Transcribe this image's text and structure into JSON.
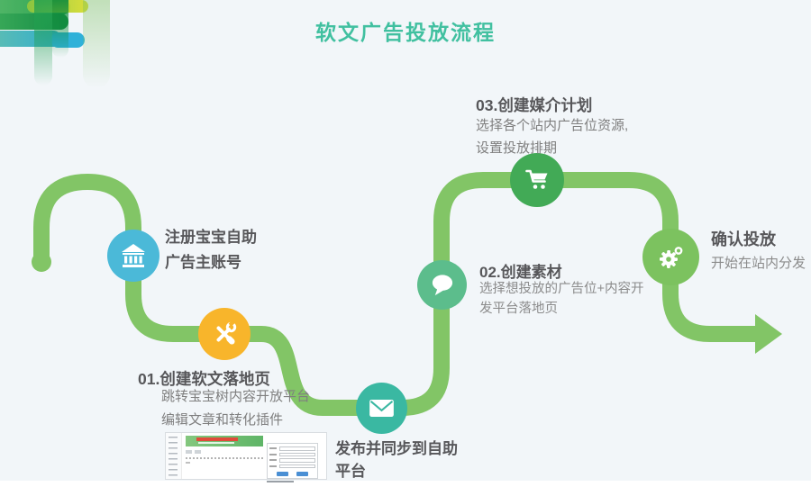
{
  "page": {
    "title": "软文广告投放流程"
  },
  "steps": {
    "register": {
      "label": "注册宝宝自助\n广告主账号",
      "icon": "bank-icon",
      "color": "#4bb9d8"
    },
    "create_landing": {
      "title": "01.创建软文落地页",
      "desc1": "跳转宝宝树内容开放平台",
      "desc2": "编辑文章和转化插件",
      "icon": "tools-icon",
      "color": "#f8b52b"
    },
    "publish": {
      "label": "发布并同步到自助\n平台",
      "icon": "envelope-icon",
      "color": "#3ab8a2"
    },
    "create_material": {
      "title": "02.创建素材",
      "desc": "选择想投放的广告位+内容开\n发平台落地页",
      "icon": "speech-bubble-icon",
      "color": "#5cbd8c"
    },
    "create_media_plan": {
      "title": "03.创建媒介计划",
      "desc": "选择各个站内广告位资源,\n设置投放排期",
      "icon": "cart-icon",
      "color": "#42aa56"
    },
    "confirm": {
      "title": "确认投放",
      "desc": "开始在站内分发",
      "icon": "gear-icon",
      "color": "#7cc25f"
    }
  },
  "colors": {
    "background": "#f2f6f9",
    "path_green": "#82c566",
    "title_teal": "#41c0a0",
    "heading_gray": "#57575a",
    "body_gray": "#7f7f7f"
  }
}
